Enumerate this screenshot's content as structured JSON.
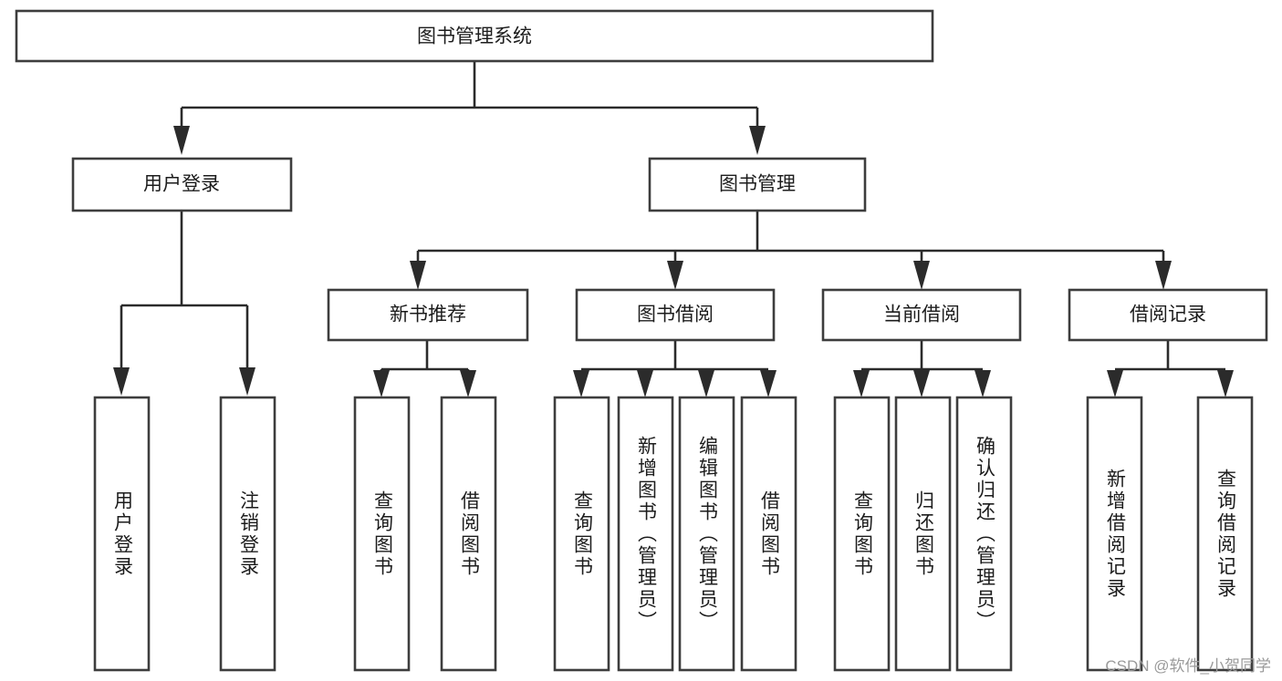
{
  "diagram": {
    "type": "tree",
    "title": "图书管理系统",
    "watermark": "CSDN @软件_小贺同学",
    "colors": {
      "box_stroke": "#3d3d3d",
      "connector": "#2b2b2b",
      "text": "#1c1c1c",
      "background": "#ffffff",
      "watermark": "#9a9a9a"
    },
    "levels": {
      "root": {
        "label": "图书管理系统"
      },
      "level2": [
        {
          "label": "用户登录"
        },
        {
          "label": "图书管理"
        }
      ],
      "level3": [
        {
          "label": "新书推荐"
        },
        {
          "label": "图书借阅"
        },
        {
          "label": "当前借阅"
        },
        {
          "label": "借阅记录"
        }
      ]
    },
    "groups": [
      {
        "parent": "用户登录",
        "leaves": [
          {
            "label": "用户登录"
          },
          {
            "label": "注销登录"
          }
        ]
      },
      {
        "parent": "新书推荐",
        "leaves": [
          {
            "label": "查询图书"
          },
          {
            "label": "借阅图书"
          }
        ]
      },
      {
        "parent": "图书借阅",
        "leaves": [
          {
            "label": "查询图书"
          },
          {
            "label": "新增图书（管理员）"
          },
          {
            "label": "编辑图书（管理员）"
          },
          {
            "label": "借阅图书"
          }
        ]
      },
      {
        "parent": "当前借阅",
        "leaves": [
          {
            "label": "查询图书"
          },
          {
            "label": "归还图书"
          },
          {
            "label": "确认归还（管理员）"
          }
        ]
      },
      {
        "parent": "借阅记录",
        "leaves": [
          {
            "label": "新增借阅记录"
          },
          {
            "label": "查询借阅记录"
          }
        ]
      }
    ]
  }
}
